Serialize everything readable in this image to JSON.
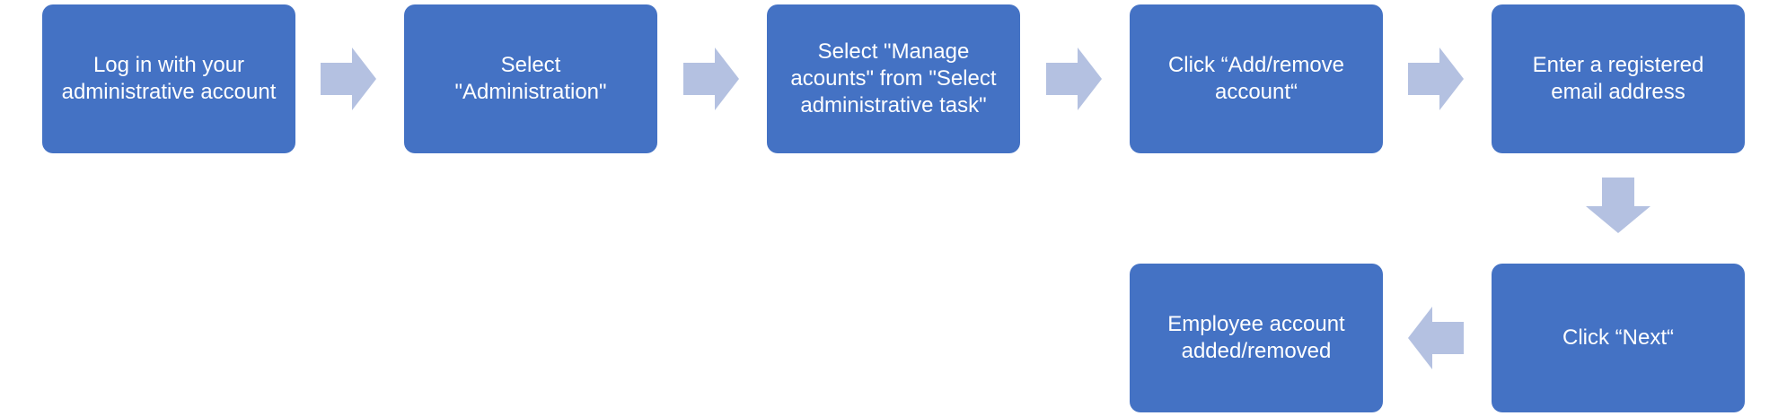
{
  "steps": [
    {
      "label": "Log in with your\nadministrative account"
    },
    {
      "label": "Select\n\"Administration\""
    },
    {
      "label": "Select \"Manage\nacounts\" from \"Select\nadministrative task\""
    },
    {
      "label": "Click “Add/remove\naccount“"
    },
    {
      "label": "Enter a registered\nemail address"
    },
    {
      "label": "Click “Next“"
    },
    {
      "label": "Employee account\nadded/removed"
    }
  ],
  "colors": {
    "box_fill": "#4472c4",
    "box_text": "#ffffff",
    "arrow_fill": "#b4c1e1"
  },
  "icons": {
    "arrow_right": "arrow-right-icon",
    "arrow_down": "arrow-down-icon",
    "arrow_left": "arrow-left-icon"
  }
}
